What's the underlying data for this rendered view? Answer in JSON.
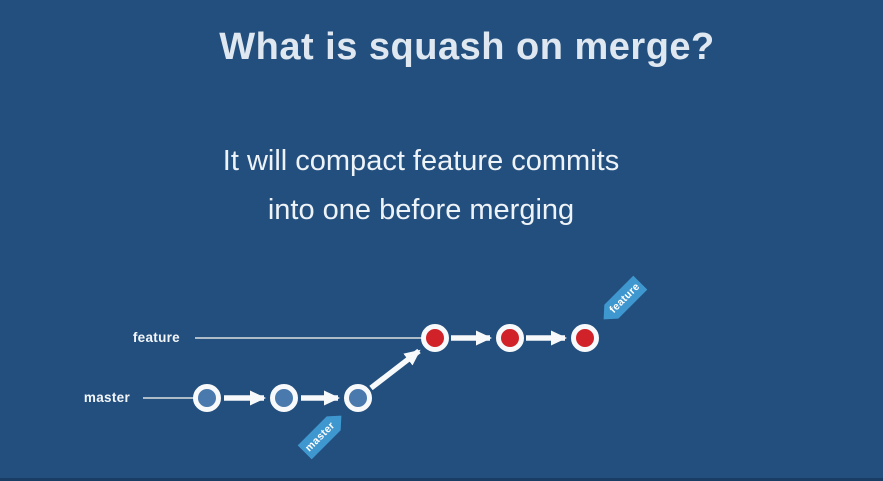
{
  "page": {
    "background_color": "#234f7e"
  },
  "header": {
    "title": "What is squash on merge?",
    "subtitle_lines": [
      "It will compact feature commits",
      "into one before merging"
    ]
  },
  "diagram": {
    "type": "git-commit-graph",
    "description": "Two branch tracks; master has 3 blue commits, feature has 3 red commits; arrows flow left to right and diagonally from last master commit to first feature commit",
    "branches": [
      {
        "label": "feature",
        "tag": "feature",
        "commit_count": 3,
        "commit_color": "#d02228"
      },
      {
        "label": "master",
        "tag": "master",
        "commit_count": 3,
        "commit_color": "#4a79ae"
      }
    ],
    "colors": {
      "tag_background": "#3f97d0",
      "node_ring": "#f7f9fa",
      "arrow": "#f7f9fa",
      "track_line": "#c2cbd3"
    }
  }
}
